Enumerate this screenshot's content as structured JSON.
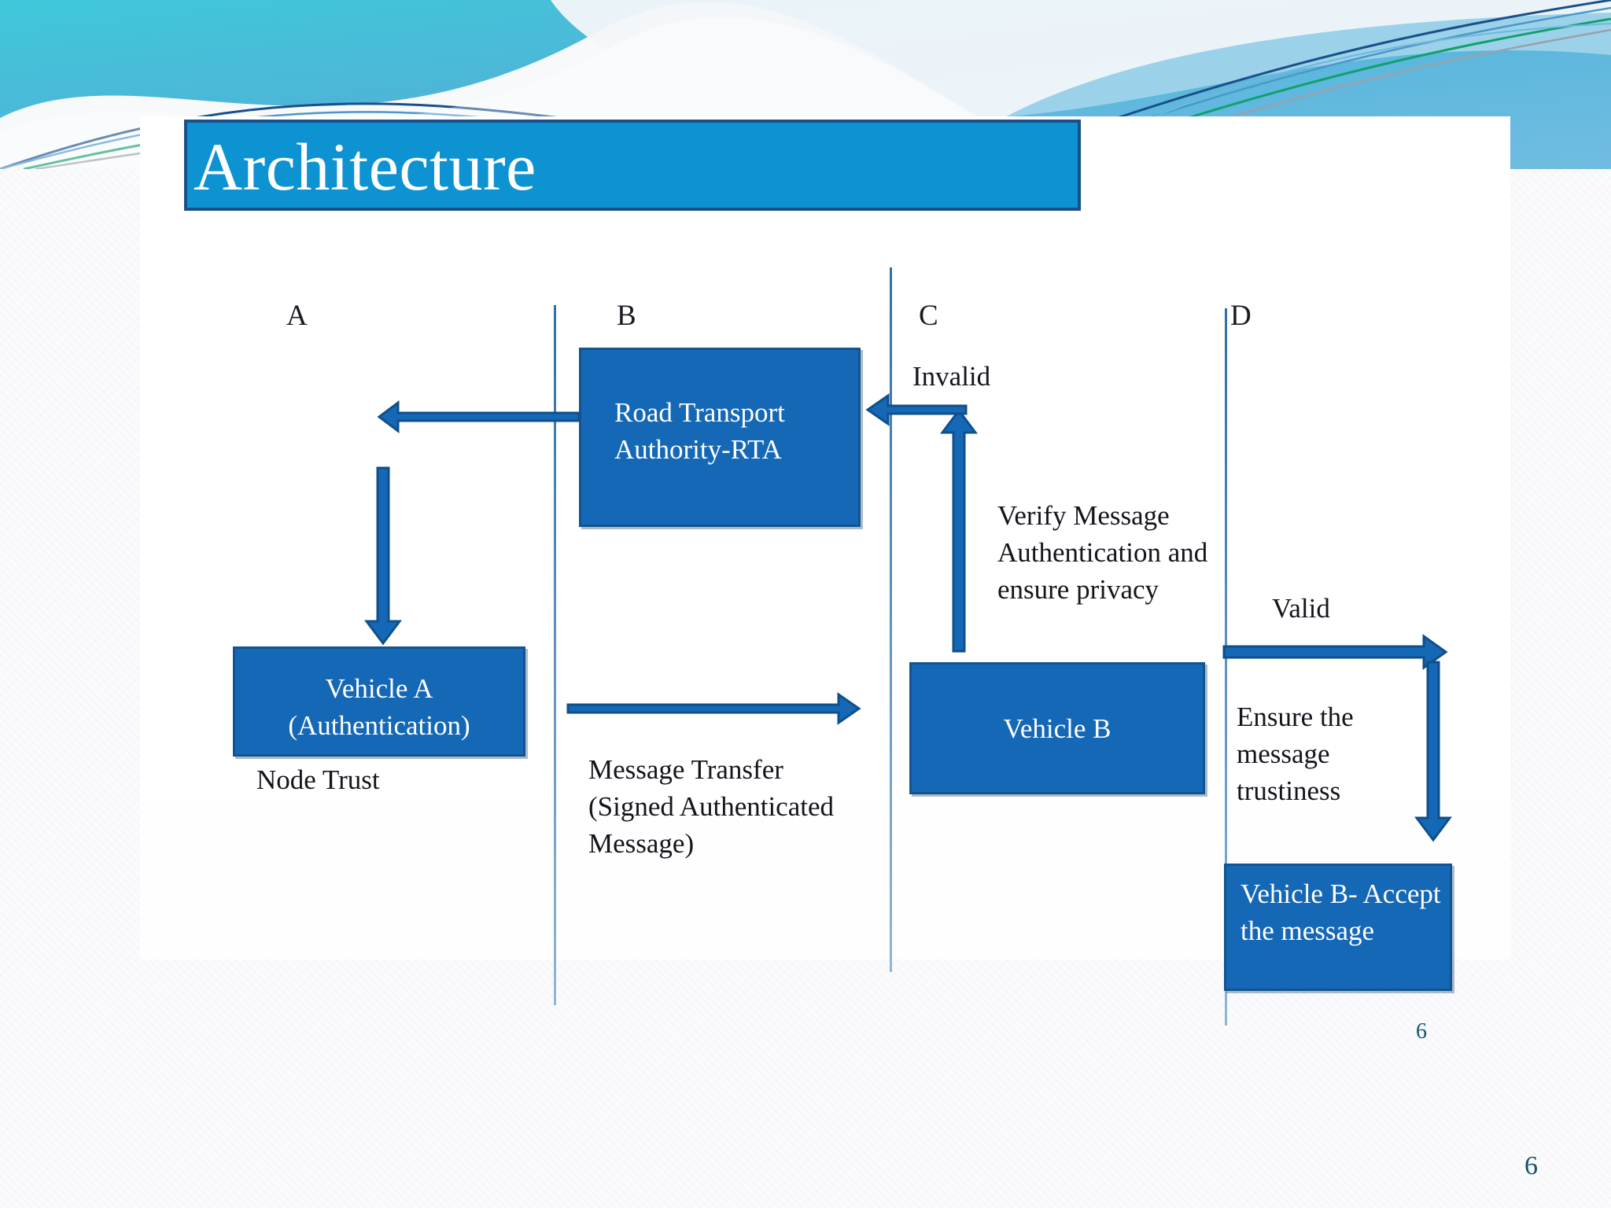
{
  "slide": {
    "title": "Architecture",
    "page_number_inner": "6",
    "page_number_outer": "6",
    "accent_title_fill": "#0d93d2",
    "accent_title_border": "#1b4f8a",
    "node_fill": "#1568b6",
    "node_border": "#11548f",
    "arrow_color": "#1568b6",
    "page_number_color": "#10566b"
  },
  "columns": [
    {
      "id": "a",
      "label": "A"
    },
    {
      "id": "b",
      "label": "B"
    },
    {
      "id": "c",
      "label": "C"
    },
    {
      "id": "d",
      "label": "D"
    }
  ],
  "boxes": {
    "rta": "Road Transport Authority-RTA",
    "vehicle_a": "Vehicle A (Authentication)",
    "vehicle_b": "Vehicle B",
    "accept": "Vehicle B- Accept the message"
  },
  "notes": {
    "invalid": "Invalid",
    "verify": "Verify Message Authentication and ensure privacy",
    "valid": "Valid",
    "node_trust": "Node Trust",
    "message_transfer": "Message Transfer (Signed Authenticated Message)",
    "trustiness": "Ensure the message trustiness"
  }
}
